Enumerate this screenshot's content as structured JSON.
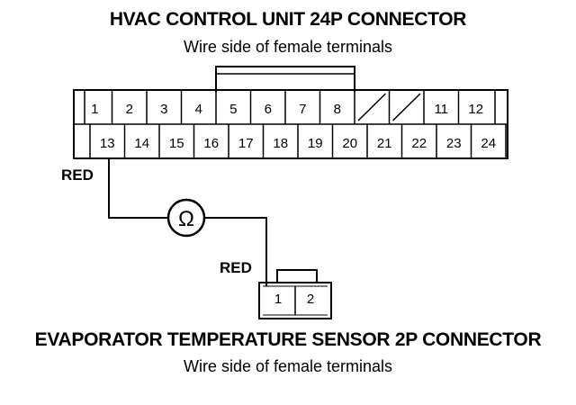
{
  "hvac_connector": {
    "title": "HVAC CONTROL UNIT 24P CONNECTOR",
    "subtitle": "Wire side of female terminals",
    "top_row": [
      "1",
      "2",
      "3",
      "4",
      "5",
      "6",
      "7",
      "8",
      "",
      "",
      "11",
      "12"
    ],
    "bottom_row": [
      "13",
      "14",
      "15",
      "16",
      "17",
      "18",
      "19",
      "20",
      "21",
      "22",
      "23",
      "24"
    ]
  },
  "wires": {
    "hvac_wire_color": "RED",
    "sensor_wire_color": "RED",
    "meter_symbol": "Ω"
  },
  "sensor_connector": {
    "title": "EVAPORATOR TEMPERATURE SENSOR 2P CONNECTOR",
    "subtitle": "Wire side of female terminals",
    "terminals": [
      "1",
      "2"
    ]
  }
}
